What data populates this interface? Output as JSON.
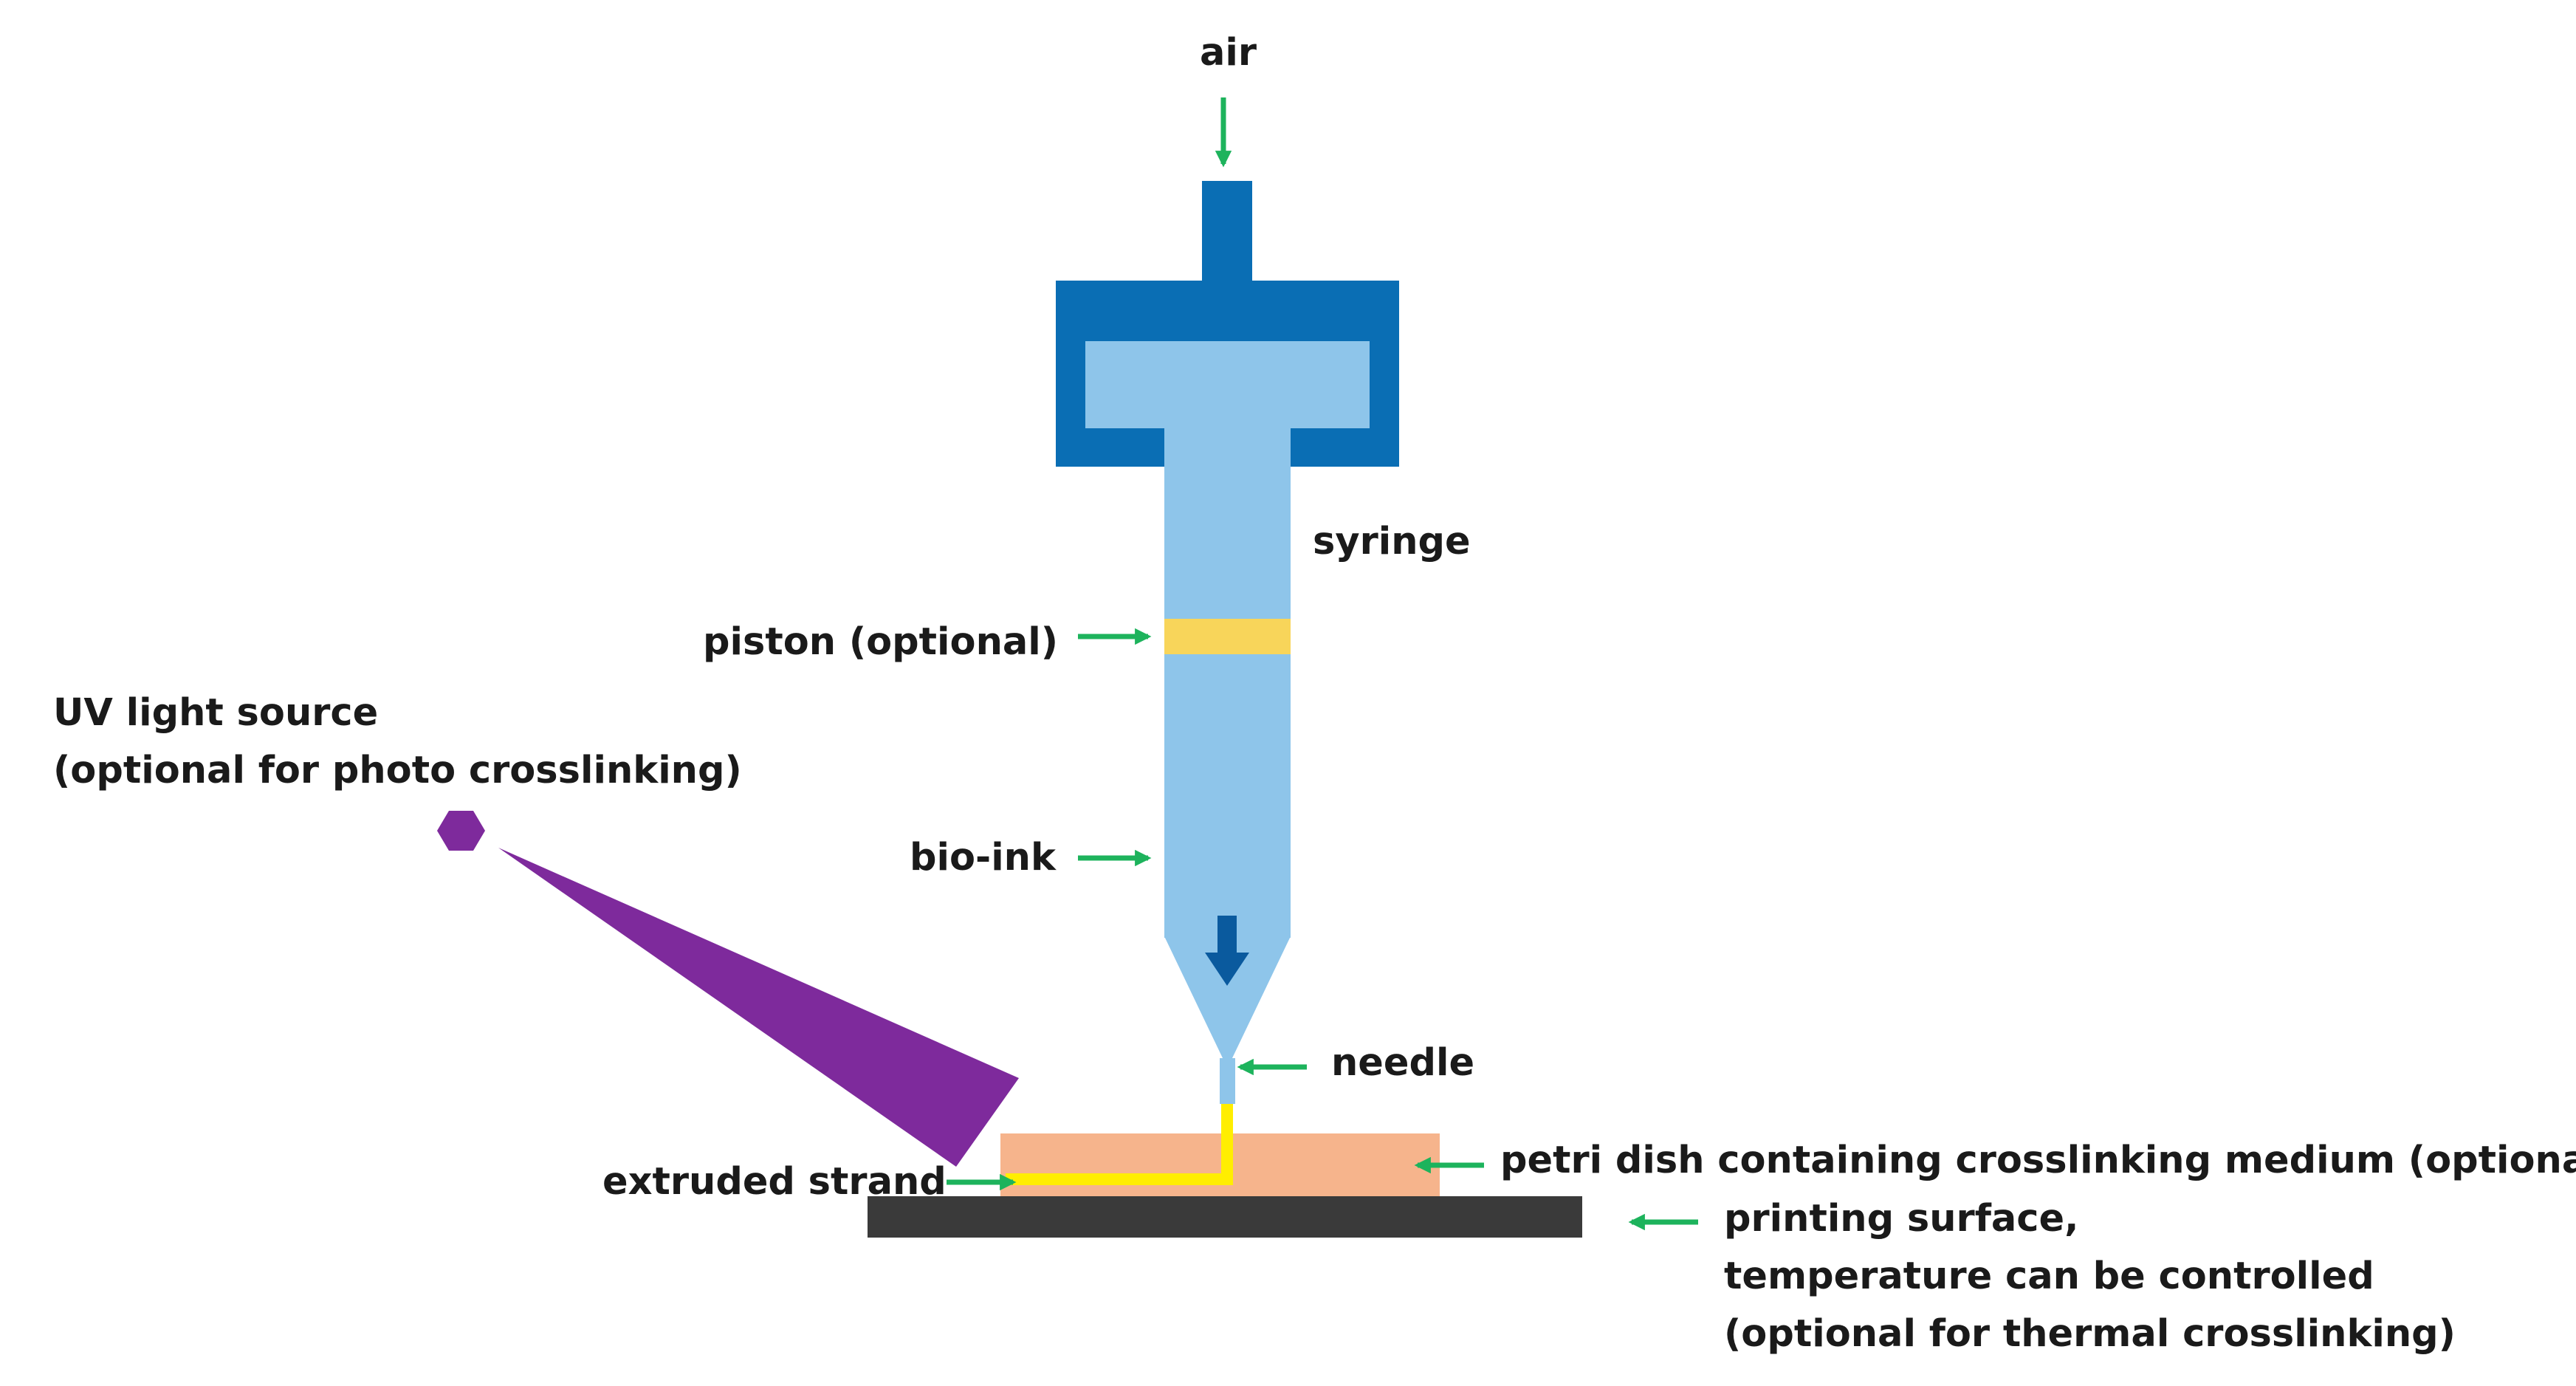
{
  "labels": {
    "air": "air",
    "syringe": "syringe",
    "piston": "piston (optional)",
    "uv_line1": "UV light source",
    "uv_line2": "(optional for photo crosslinking)",
    "bioink": "bio-ink",
    "needle": "needle",
    "extruded": "extruded strand",
    "petri": "petri dish containing crosslinking medium (optional)",
    "surface_line1": "printing surface,",
    "surface_line2": "temperature can be controlled",
    "surface_line3": "(optional for thermal crosslinking)"
  },
  "colors": {
    "syringe_dark": "#0a6eb4",
    "syringe_light": "#8ec5ea",
    "piston": "#f8d55a",
    "flow_arrow": "#0a5a9e",
    "pointer_arrow": "#1db35c",
    "uv": "#7e2a9c",
    "petri": "#f6b48c",
    "strand": "#ffee00",
    "surface": "#3a3a3a",
    "text": "#1a1a1a"
  }
}
